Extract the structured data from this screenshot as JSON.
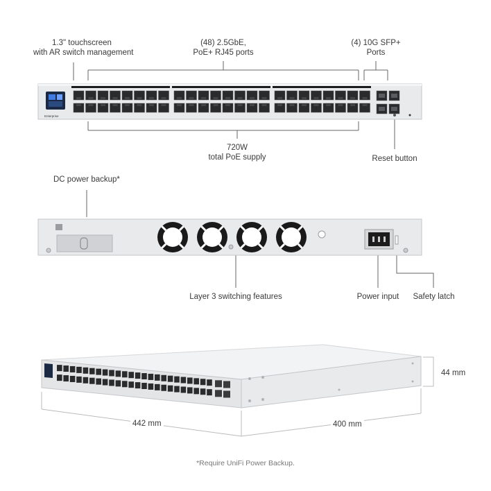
{
  "front": {
    "touchscreen_label_1": "1.3\" touchscreen",
    "touchscreen_label_2": "with AR switch management",
    "rj45_label_1": "(48) 2.5GbE,",
    "rj45_label_2": "PoE+ RJ45 ports",
    "sfp_label_1": "(4) 10G SFP+",
    "sfp_label_2": "Ports",
    "poe_label_1": "720W",
    "poe_label_2": "total PoE supply",
    "reset_label": "Reset button",
    "brand_text": "Enterprise"
  },
  "rear": {
    "dc_label": "DC power backup*",
    "layer3_label": "Layer 3 switching features",
    "power_label": "Power input",
    "latch_label": "Safety latch"
  },
  "dimensions": {
    "width": "442 mm",
    "depth": "400 mm",
    "height": "44 mm"
  },
  "footnote": "*Require UniFi Power Backup."
}
